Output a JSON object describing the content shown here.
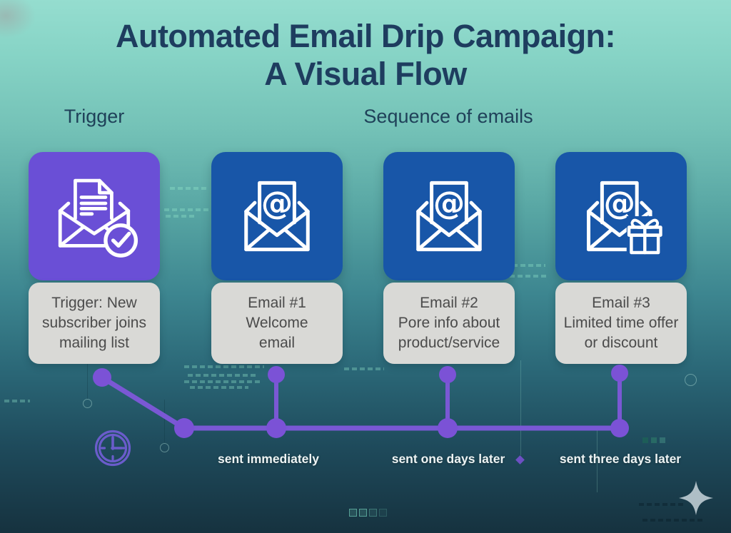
{
  "title": {
    "line1": "Automated Email Drip Campaign:",
    "line2": "A Visual Flow"
  },
  "sections": {
    "trigger_label": "Trigger",
    "sequence_label": "Sequence of emails"
  },
  "cards": [
    {
      "id": "trigger",
      "icon": "envelope-letter-check-icon",
      "tile_color": "#6a4fd6",
      "label": [
        "Trigger: New",
        "subscriber joins",
        "mailing list"
      ]
    },
    {
      "id": "email-1",
      "icon": "envelope-at-icon",
      "tile_color": "#1856a8",
      "label": [
        "Email #1",
        "Welcome",
        "email"
      ]
    },
    {
      "id": "email-2",
      "icon": "envelope-at-icon",
      "tile_color": "#1856a8",
      "label": [
        "Email #2",
        "Pore info about",
        "product/service"
      ]
    },
    {
      "id": "email-3",
      "icon": "envelope-at-gift-icon",
      "tile_color": "#1856a8",
      "label": [
        "Email #3",
        "Limited time offer",
        "or discount"
      ]
    }
  ],
  "timeline": {
    "labels": [
      "sent immediately",
      "sent one days later",
      "sent three days later"
    ],
    "icons": [
      "clock-icon",
      "sparkle-icon"
    ]
  },
  "colors": {
    "title": "#1e3d5f",
    "purple-tile": "#6a4fd6",
    "blue-tile": "#1856a8",
    "connector": "#7a58d4",
    "dot": "#7b52d6",
    "clock": "#6a5ccb",
    "label-card": "#d9d9d6",
    "sparkle": "#b6c5cc"
  }
}
